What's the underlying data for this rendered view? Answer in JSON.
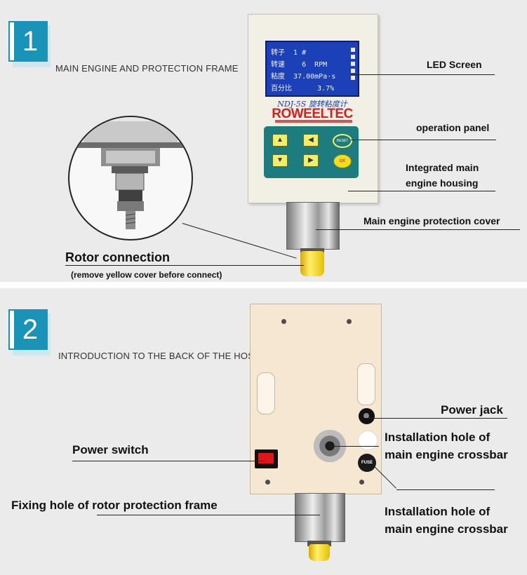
{
  "colors": {
    "badge": "#1993b8",
    "panel_bg": "#ebebeb",
    "screen": "#1b40b8",
    "housing": "#f2efe4",
    "back_housing": "#f6e7d2",
    "switch": "#e01717"
  },
  "section1": {
    "number": "1",
    "title": "MAIN ENGINE AND PROTECTION FRAME",
    "labels": {
      "led_screen": "LED Screen",
      "operation_panel": "operation panel",
      "integrated_line1": "Integrated main",
      "integrated_line2": "engine housing",
      "protection_cover": "Main engine protection cover",
      "rotor_connection": "Rotor connection",
      "rotor_note": "(remove yellow cover before connect)"
    },
    "device": {
      "screen_rows": [
        "转子  1 #",
        "转速    6  RPM",
        "粘度  37.00mPa·s",
        "百分比      3.7%"
      ],
      "model": "NDJ-5S 旋转粘度计",
      "brand": "ROWEELTEC",
      "reset_key": "RESET",
      "ok_key": "OK"
    }
  },
  "section2": {
    "number": "2",
    "title": "INTRODUCTION TO THE BACK OF THE HOST",
    "labels": {
      "power_jack": "Power jack",
      "crossbar_a_line1": "Installation hole of",
      "crossbar_a_line2": "main engine crossbar",
      "power_switch": "Power switch",
      "fixing_hole": "Fixing hole of rotor protection frame",
      "crossbar_b_line1": "Installation hole of",
      "crossbar_b_line2": "main engine crossbar"
    },
    "device": {
      "fuse_label": "FUSE"
    }
  }
}
